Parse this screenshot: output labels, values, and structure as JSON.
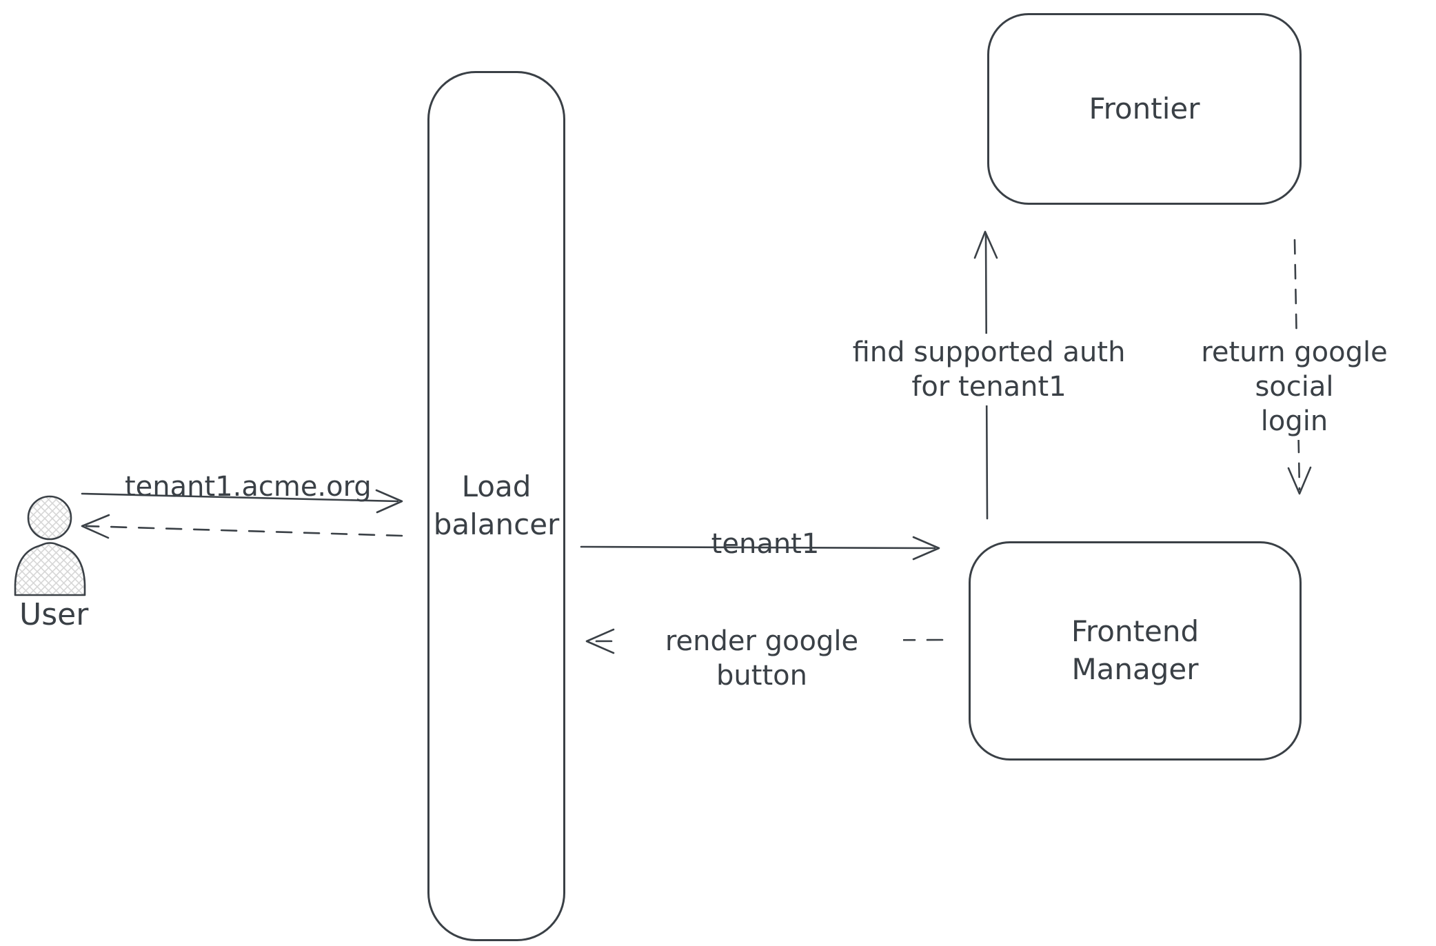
{
  "diagram": {
    "nodes": {
      "user": {
        "label": "User",
        "kind": "actor"
      },
      "load_balancer": {
        "lines": [
          "Load",
          "balancer"
        ]
      },
      "frontier": {
        "label": "Frontier"
      },
      "frontend_manager": {
        "lines": [
          "Frontend",
          "Manager"
        ]
      }
    },
    "edges": {
      "user_to_lb": {
        "label": "tenant1.acme.org",
        "style": "solid-arrow"
      },
      "lb_to_user": {
        "label": "",
        "style": "dashed-arrow"
      },
      "lb_to_fm": {
        "label": "tenant1",
        "style": "solid-arrow"
      },
      "fm_to_lb": {
        "label": "render google button",
        "style": "dashed-arrow"
      },
      "fm_to_frontier": {
        "lines": [
          "find supported auth",
          "for tenant1"
        ],
        "style": "solid-arrow"
      },
      "frontier_to_fm": {
        "lines": [
          "return google social",
          "login"
        ],
        "style": "dashed-arrow"
      }
    },
    "colors": {
      "stroke": "#3a4046",
      "hatch": "#d6d6d6",
      "background": "#ffffff"
    }
  }
}
